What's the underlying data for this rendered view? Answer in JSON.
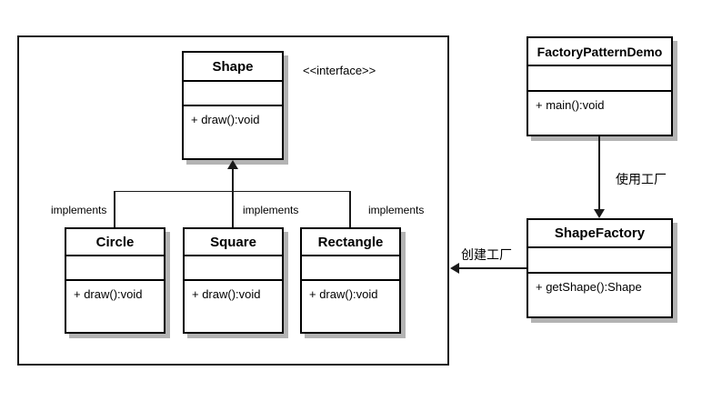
{
  "diagram": {
    "type": "uml-class-diagram",
    "interface_note": "<<interface>>",
    "classes": {
      "shape": {
        "name": "Shape",
        "attributes": "",
        "methods": "+ draw():void"
      },
      "circle": {
        "name": "Circle",
        "attributes": "",
        "methods": "+ draw():void"
      },
      "square": {
        "name": "Square",
        "attributes": "",
        "methods": "+ draw():void"
      },
      "rectangle": {
        "name": "Rectangle",
        "attributes": "",
        "methods": "+ draw():void"
      },
      "factory_pattern_demo": {
        "name": "FactoryPatternDemo",
        "attributes": "",
        "methods": "+ main():void"
      },
      "shape_factory": {
        "name": "ShapeFactory",
        "attributes": "",
        "methods": "+ getShape():Shape"
      }
    },
    "labels": {
      "implements": [
        "implements",
        "implements",
        "implements"
      ],
      "use_factory": "使用工厂",
      "create_factory": "创建工厂"
    },
    "colors": {
      "line": "#1a1a1a",
      "border": "#000000",
      "shadow": "#b3b3b3",
      "background": "#ffffff",
      "text": "#000000"
    }
  }
}
